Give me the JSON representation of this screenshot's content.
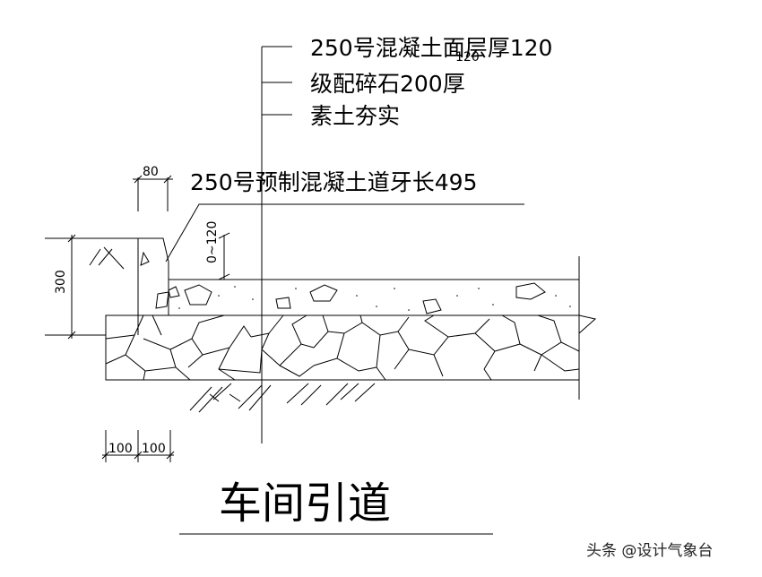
{
  "labels": {
    "layer_surface": "250号混凝土面层厚120",
    "layer_gravel": "级配碎石200厚",
    "layer_soil": "素土夯实",
    "curb": "250号预制混凝土道牙长495",
    "overlap_num": "120"
  },
  "dimensions": {
    "curb_width": "80",
    "curb_gap": "0~120",
    "height": "300",
    "base_left": "100",
    "base_right": "100"
  },
  "title": "车间引道",
  "watermark": "头条 @设计气象台"
}
